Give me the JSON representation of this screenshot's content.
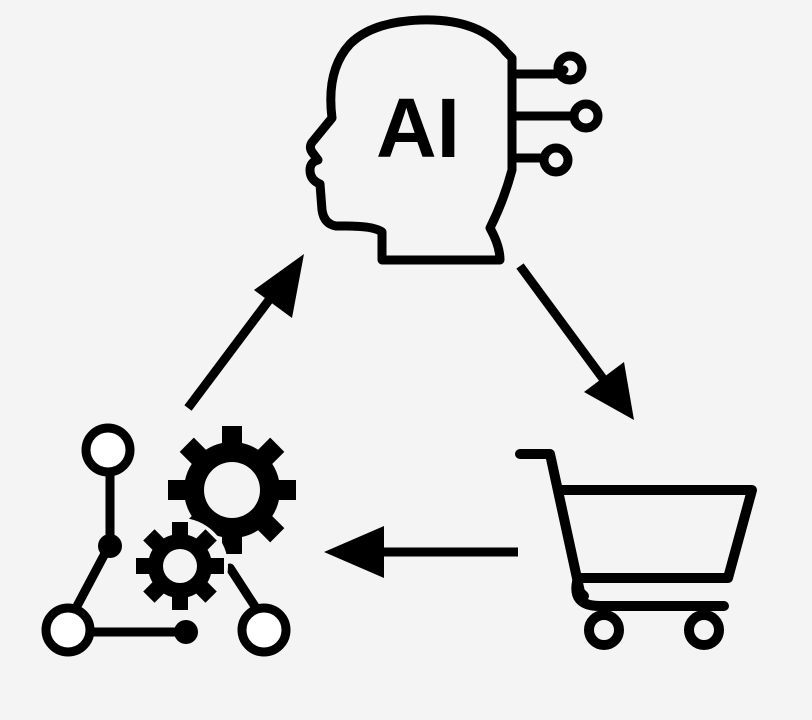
{
  "diagram": {
    "background_color": "#f4f4f4",
    "stroke_color": "#000000",
    "nodes": [
      {
        "id": "ai-head",
        "icon": "ai-head-icon",
        "text": "AI"
      },
      {
        "id": "shopping-cart",
        "icon": "shopping-cart-icon"
      },
      {
        "id": "network-gears",
        "icon": "network-gears-icon"
      }
    ],
    "edges": [
      {
        "from": "network-gears",
        "to": "ai-head"
      },
      {
        "from": "ai-head",
        "to": "shopping-cart"
      },
      {
        "from": "shopping-cart",
        "to": "network-gears"
      }
    ]
  }
}
